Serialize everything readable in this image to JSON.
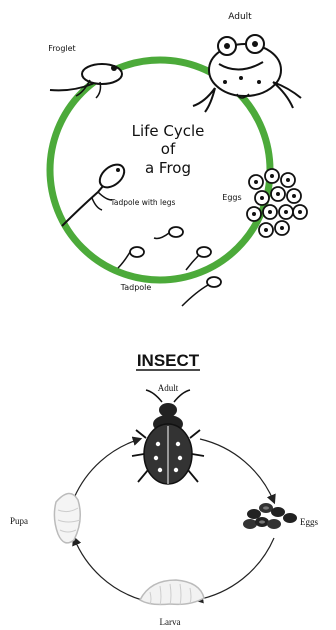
{
  "frog": {
    "center_title_line1": "Life Cycle",
    "center_title_line2": "of",
    "center_title_line3": "a Frog",
    "labels": {
      "adult": "Adult",
      "froglet": "Froglet",
      "eggs": "Eggs",
      "tadpole_with_legs": "Tadpole with legs",
      "tadpole": "Tadpole"
    },
    "ring_color": "#4caa3a"
  },
  "insect": {
    "heading": "INSECT",
    "labels": {
      "adult": "Adult",
      "eggs": "Eggs",
      "larva": "Larva",
      "pupa": "Pupa"
    }
  },
  "icons": [
    "frog-icon",
    "froglet-icon",
    "frog-eggs-icon",
    "tadpole-with-legs-icon",
    "tadpole-icon",
    "beetle-icon",
    "insect-eggs-icon",
    "larva-icon",
    "pupa-icon"
  ]
}
